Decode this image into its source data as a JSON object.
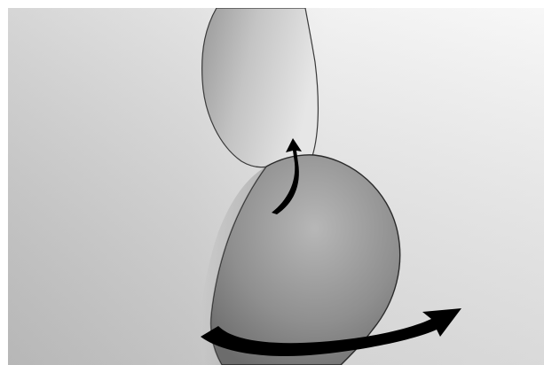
{
  "image": {
    "kind": "grayscale illustration",
    "shapes": [
      "upper-curved-paper-flap",
      "lower-curved-paper-flap"
    ],
    "arrows": [
      "small-rotation-arrow",
      "large-rotation-arrow"
    ],
    "colors": {
      "paper_light": "#f2f2f2",
      "paper_mid": "#c9c9c9",
      "paper_dark": "#8e8e8e",
      "arrow": "#000000",
      "outline": "#2a2a2a"
    }
  }
}
